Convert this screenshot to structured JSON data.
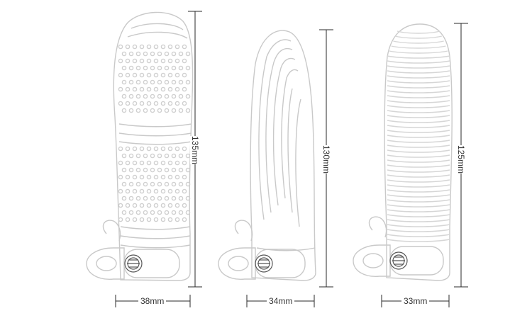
{
  "diagram": {
    "items": [
      {
        "height_label": "135mm",
        "width_label": "38mm",
        "surface": "dotted"
      },
      {
        "height_label": "130mm",
        "width_label": "34mm",
        "surface": "flowing-lines"
      },
      {
        "height_label": "125mm",
        "width_label": "33mm",
        "surface": "ribbed"
      }
    ]
  },
  "colors": {
    "line": "#2a2a2a",
    "outline": "#c9c9c9",
    "detail": "#dcdcdc",
    "dark": "#555555"
  }
}
